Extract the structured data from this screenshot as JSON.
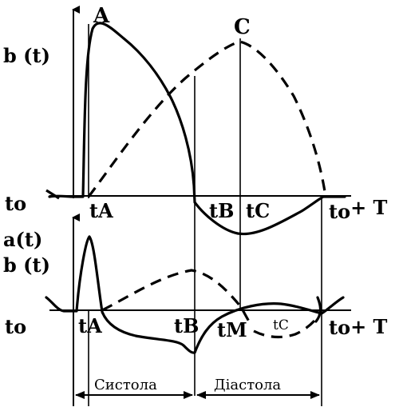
{
  "labels": {
    "point_a": "A",
    "point_c": "C",
    "b_t_top": "b (t)",
    "a_t": "a(t)",
    "b_t_bottom": "b (t)",
    "t0_top": "to",
    "tA_top": "tA",
    "tB_top": "tB",
    "tC_top": "tC",
    "t0T_top_main": "to",
    "t0T_top_plus": "+ T",
    "t0_bottom": "to",
    "tA_bottom": "tA",
    "tB_bottom": "tB",
    "tM_bottom": "tM",
    "tC_bottom": "tC",
    "t0T_bottom_main": "to",
    "t0T_bottom_plus": "+ T",
    "systole": "Систола",
    "diastole": "Діастола"
  },
  "colors": {
    "ink": "#000000",
    "background": "#ffffff"
  }
}
